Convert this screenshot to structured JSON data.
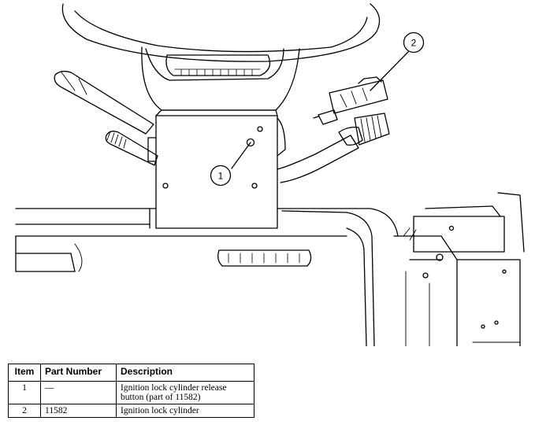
{
  "illustration": {
    "callouts": [
      {
        "label": "1"
      },
      {
        "label": "2"
      }
    ]
  },
  "table": {
    "headers": {
      "item": "Item",
      "part_number": "Part Number",
      "description": "Description"
    },
    "rows": [
      {
        "item": "1",
        "part_number": "—",
        "description": "Ignition lock cylinder release button (part of 11582)"
      },
      {
        "item": "2",
        "part_number": "11582",
        "description": "Ignition lock cylinder"
      }
    ]
  }
}
